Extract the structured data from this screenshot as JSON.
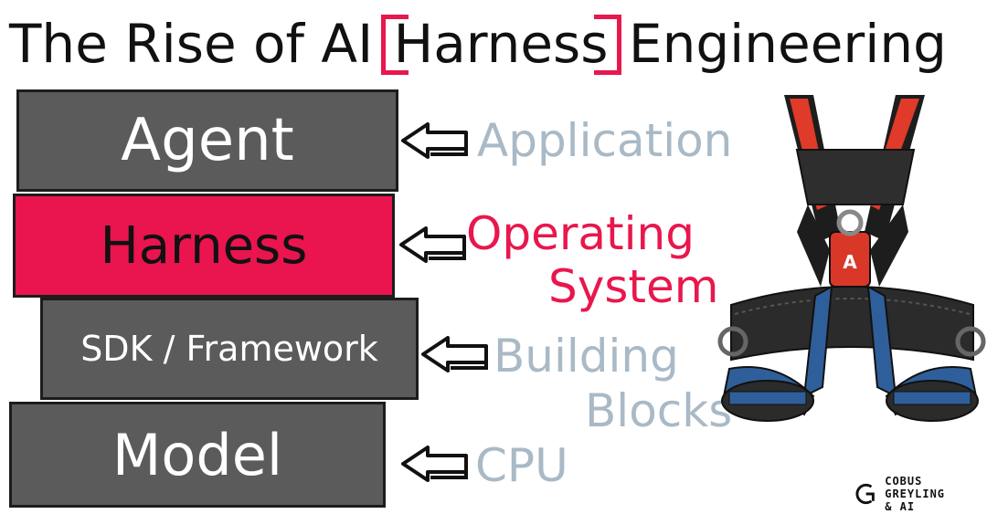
{
  "title": {
    "before": "The Rise of AI ",
    "highlight": "Harness",
    "after": " Engineering",
    "highlight_color": "#e8174d"
  },
  "layers": [
    {
      "name": "Agent",
      "fill": "#5b5b5b"
    },
    {
      "name": "Harness",
      "fill": "#ea144f"
    },
    {
      "name": "SDK / Framework",
      "fill": "#5b5b5b"
    },
    {
      "name": "Model",
      "fill": "#5b5b5b"
    }
  ],
  "analogies": [
    {
      "line1": "Application",
      "line2": "",
      "color": "#a9b9c6"
    },
    {
      "line1": "Operating",
      "line2": "System",
      "color": "#e8174d"
    },
    {
      "line1": "Building",
      "line2": "Blocks",
      "color": "#a9b9c6"
    },
    {
      "line1": "CPU",
      "line2": "",
      "color": "#a9b9c6"
    }
  ],
  "image": {
    "icon": "safety-harness-illustration"
  },
  "brand": {
    "line1": "COBUS GREYLING",
    "line2": "& AI",
    "icon": "cg-logo-icon"
  }
}
